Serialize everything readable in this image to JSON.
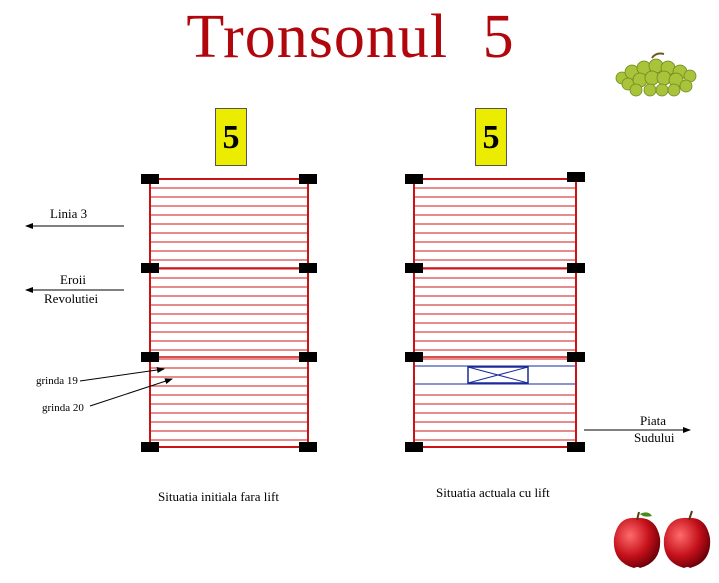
{
  "title": {
    "word": "Tronsonul",
    "number": "5"
  },
  "left_panel": {
    "box_number": "5",
    "caption": "Situatia initiala fara lift",
    "callouts": {
      "grinda_19": "grinda 19",
      "grinda_20": "grinda 20"
    }
  },
  "right_panel": {
    "box_number": "5",
    "caption": "Situatia actuala  cu lift"
  },
  "directions": {
    "linia": "Linia 3",
    "eroii_line1": "Eroii",
    "eroii_line2": "Revolutiei",
    "piata_line1": "Piata",
    "piata_line2": "Sudului"
  },
  "colors": {
    "beam": "#cc1a1a",
    "frame": "#c81414",
    "column": "#000000",
    "box": "#ecec00",
    "lift": "#1a2a9a"
  }
}
